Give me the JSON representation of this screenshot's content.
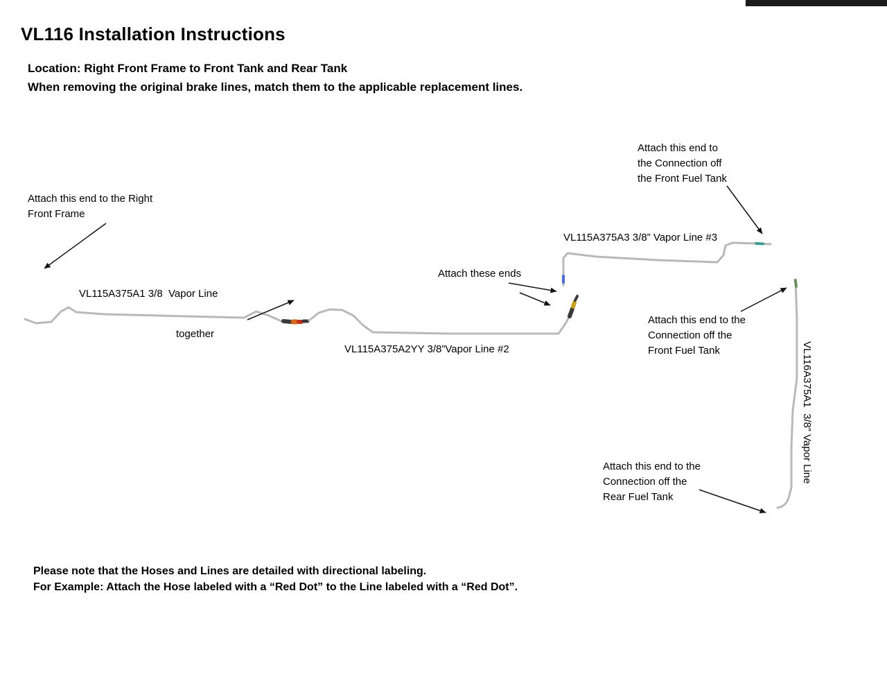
{
  "header": {
    "title": "VL116 Installation Instructions",
    "location": "Location: Right Front Frame to Front Tank and Rear Tank",
    "instruction": "When removing the original brake lines, match them to the applicable replacement lines."
  },
  "diagram": {
    "notes": {
      "right_front_frame": "Attach this end to the Right\nFront Frame",
      "attach_these_ends": "Attach these ends",
      "together": "together",
      "front_tank_top": "Attach this end to\nthe Connection off\nthe Front Fuel Tank",
      "front_tank_mid": "Attach this end to the\nConnection off the\nFront Fuel Tank",
      "rear_tank": "Attach this end to the\nConnection off the\nRear Fuel Tank"
    },
    "line_labels": {
      "line1": "VL115A375A1 3/8  Vapor Line",
      "line2": "VL115A375A2YY 3/8”Vapor Line #2",
      "line3": "VL115A375A3 3/8” Vapor Line #3",
      "line4_vertical": "VL116A375A1  3/8” Vapor Line"
    }
  },
  "footer_notes": {
    "line1": "Please note that the Hoses and Lines are detailed with directional labeling.",
    "line2": "For Example: Attach the Hose labeled with a “Red Dot” to the Line labeled with a “Red Dot”."
  },
  "colors": {
    "vapor_line": "#b9b9b9",
    "arrow": "#111111",
    "fitting_dark": "#3a3a3a",
    "fitting_orange": "#d2691e",
    "fitting_red": "#c03018",
    "fitting_blue": "#4a6fd4",
    "fitting_teal": "#3f9b94",
    "fitting_gold": "#c8a020",
    "fitting_green": "#6a8f5f"
  }
}
